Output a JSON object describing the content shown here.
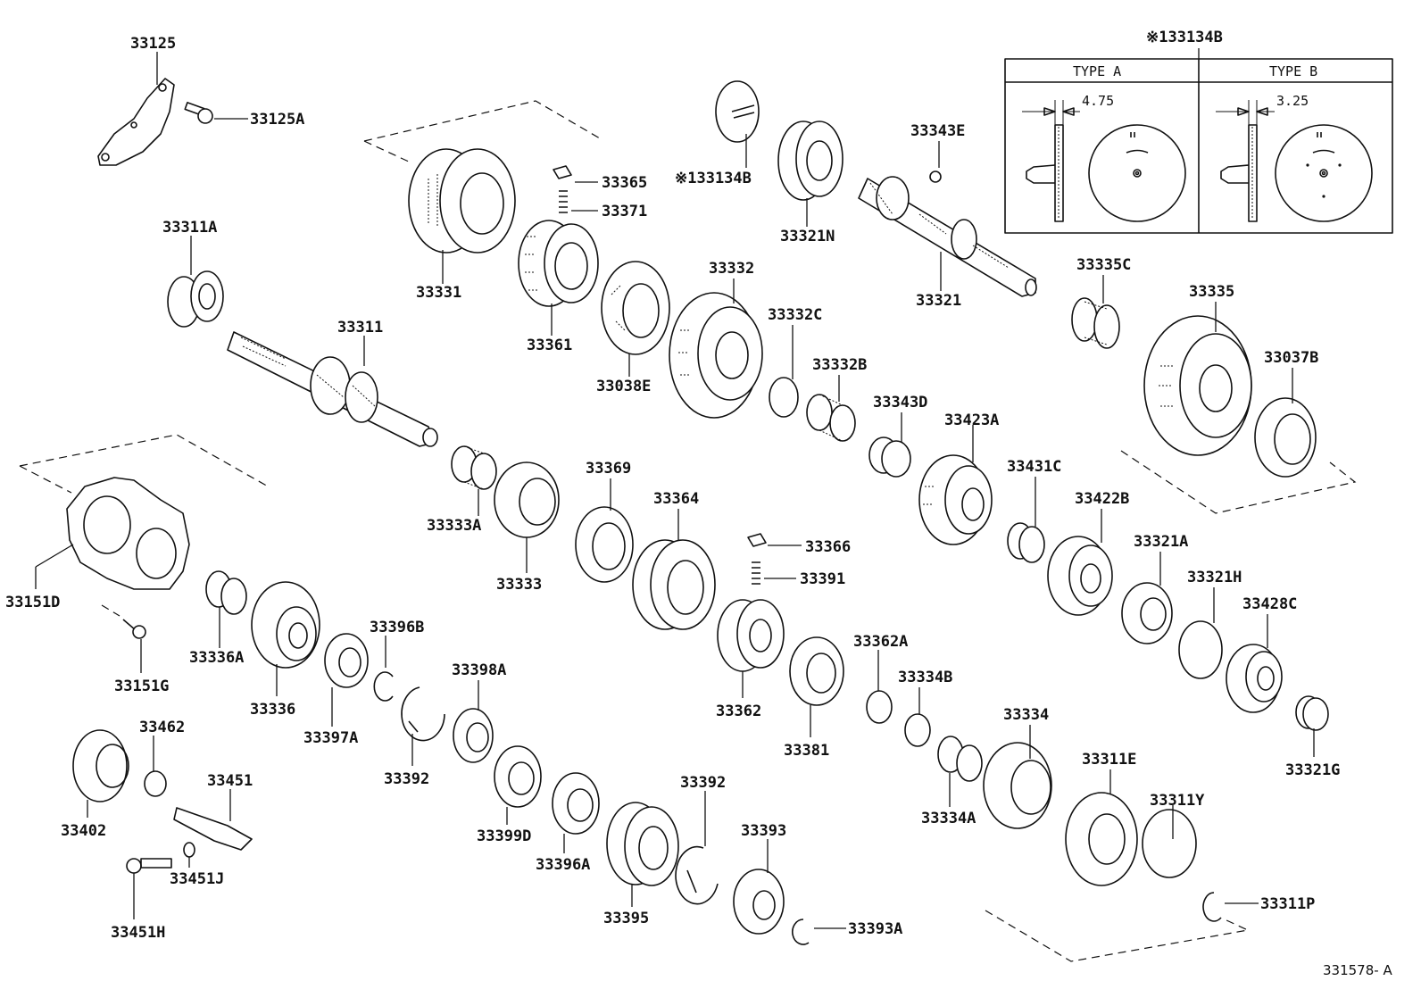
{
  "figure_id": "331578- A",
  "inset": {
    "title": "※133134B",
    "type_a": {
      "label": "TYPE A",
      "dimension": "4.75"
    },
    "type_b": {
      "label": "TYPE B",
      "dimension": "3.25"
    }
  },
  "parts": [
    {
      "id": "p33125",
      "label": "33125"
    },
    {
      "id": "p33125A",
      "label": "33125A"
    },
    {
      "id": "p33311A",
      "label": "33311A"
    },
    {
      "id": "p33311",
      "label": "33311"
    },
    {
      "id": "p33331",
      "label": "33331"
    },
    {
      "id": "p33365",
      "label": "33365"
    },
    {
      "id": "p33371",
      "label": "33371"
    },
    {
      "id": "p33361",
      "label": "33361"
    },
    {
      "id": "p33038E",
      "label": "33038E"
    },
    {
      "id": "p133134B",
      "label": "※133134B"
    },
    {
      "id": "p33321N",
      "label": "33321N"
    },
    {
      "id": "p33343E",
      "label": "33343E"
    },
    {
      "id": "p33321",
      "label": "33321"
    },
    {
      "id": "p33332",
      "label": "33332"
    },
    {
      "id": "p33332C",
      "label": "33332C"
    },
    {
      "id": "p33332B",
      "label": "33332B"
    },
    {
      "id": "p33343D",
      "label": "33343D"
    },
    {
      "id": "p33335C",
      "label": "33335C"
    },
    {
      "id": "p33335",
      "label": "33335"
    },
    {
      "id": "p33037B",
      "label": "33037B"
    },
    {
      "id": "p33423A",
      "label": "33423A"
    },
    {
      "id": "p33431C",
      "label": "33431C"
    },
    {
      "id": "p33422B",
      "label": "33422B"
    },
    {
      "id": "p33321A",
      "label": "33321A"
    },
    {
      "id": "p33321H",
      "label": "33321H"
    },
    {
      "id": "p33428C",
      "label": "33428C"
    },
    {
      "id": "p33321G",
      "label": "33321G"
    },
    {
      "id": "p33333A",
      "label": "33333A"
    },
    {
      "id": "p33333",
      "label": "33333"
    },
    {
      "id": "p33369",
      "label": "33369"
    },
    {
      "id": "p33364",
      "label": "33364"
    },
    {
      "id": "p33366",
      "label": "33366"
    },
    {
      "id": "p33391",
      "label": "33391"
    },
    {
      "id": "p33151D",
      "label": "33151D"
    },
    {
      "id": "p33151G",
      "label": "33151G"
    },
    {
      "id": "p33336A",
      "label": "33336A"
    },
    {
      "id": "p33336",
      "label": "33336"
    },
    {
      "id": "p33397A",
      "label": "33397A"
    },
    {
      "id": "p33396B",
      "label": "33396B"
    },
    {
      "id": "p33392a",
      "label": "33392"
    },
    {
      "id": "p33398A",
      "label": "33398A"
    },
    {
      "id": "p33362",
      "label": "33362"
    },
    {
      "id": "p33381",
      "label": "33381"
    },
    {
      "id": "p33362A",
      "label": "33362A"
    },
    {
      "id": "p33334B",
      "label": "33334B"
    },
    {
      "id": "p33334",
      "label": "33334"
    },
    {
      "id": "p33334A",
      "label": "33334A"
    },
    {
      "id": "p33311E",
      "label": "33311E"
    },
    {
      "id": "p33311Y",
      "label": "33311Y"
    },
    {
      "id": "p33311P",
      "label": "33311P"
    },
    {
      "id": "p33402",
      "label": "33402"
    },
    {
      "id": "p33462",
      "label": "33462"
    },
    {
      "id": "p33451",
      "label": "33451"
    },
    {
      "id": "p33451H",
      "label": "33451H"
    },
    {
      "id": "p33451J",
      "label": "33451J"
    },
    {
      "id": "p33399D",
      "label": "33399D"
    },
    {
      "id": "p33396A",
      "label": "33396A"
    },
    {
      "id": "p33395",
      "label": "33395"
    },
    {
      "id": "p33392b",
      "label": "33392"
    },
    {
      "id": "p33393",
      "label": "33393"
    },
    {
      "id": "p33393A",
      "label": "33393A"
    }
  ]
}
